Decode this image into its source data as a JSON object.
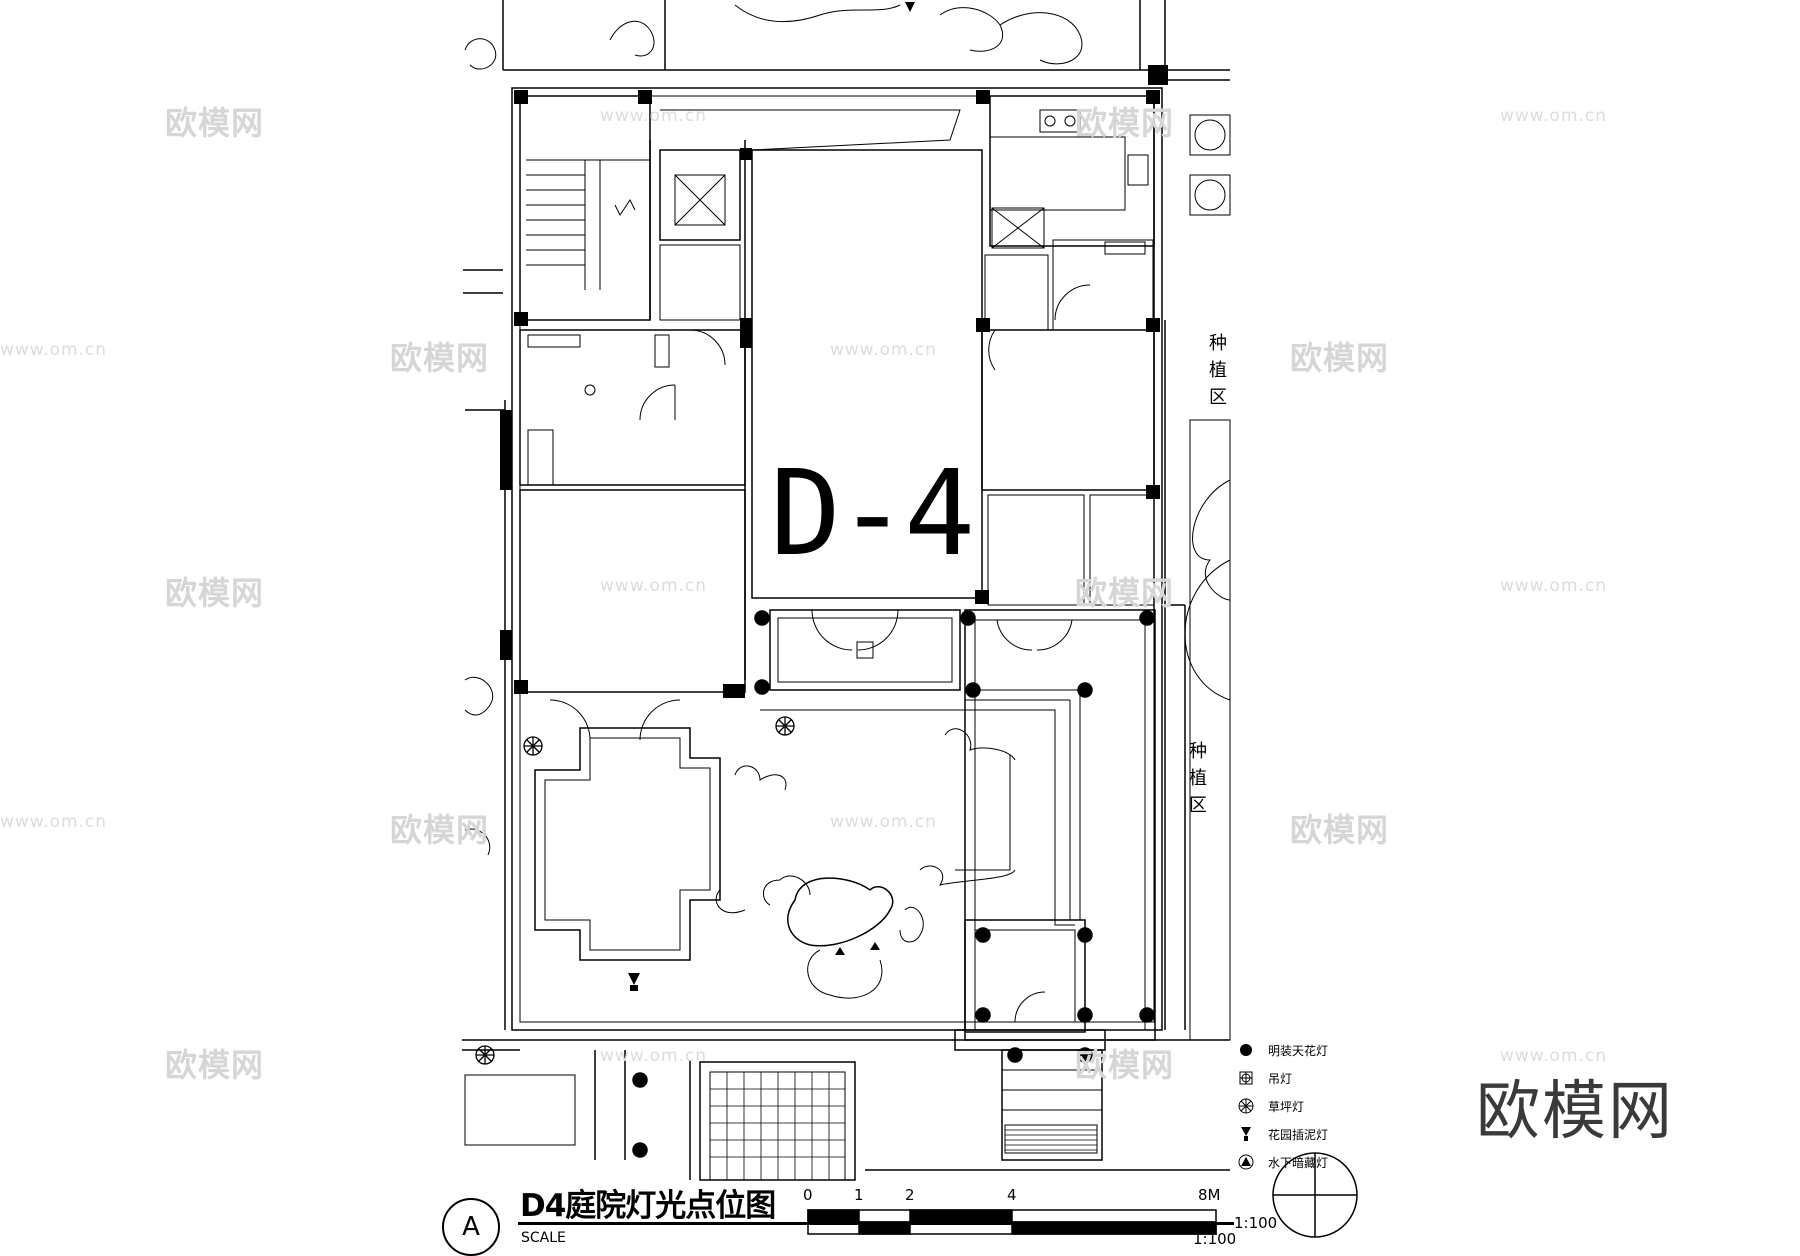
{
  "drawing": {
    "unit_tag": "D-4",
    "zone_labels": [
      "种植区",
      "种植区"
    ]
  },
  "legend": {
    "items": [
      {
        "icon": "filled-circle-icon",
        "label": "明装天花灯"
      },
      {
        "icon": "boxed-cross-icon",
        "label": "吊灯"
      },
      {
        "icon": "asterisk-circle-icon",
        "label": "草坪灯"
      },
      {
        "icon": "garden-spike-icon",
        "label": "花园插泥灯"
      },
      {
        "icon": "filled-triangle-icon",
        "label": "水下暗藏灯"
      }
    ]
  },
  "title_block": {
    "index": "A",
    "title": "D4庭院灯光点位图",
    "scale_label": "SCALE",
    "scale_ratio": "1:100"
  },
  "scale_bar": {
    "ticks": [
      "0",
      "1",
      "2",
      "4",
      "8M"
    ],
    "ratio": "1:100"
  },
  "watermark": {
    "brand": "欧模网",
    "url": "www.om.cn"
  }
}
